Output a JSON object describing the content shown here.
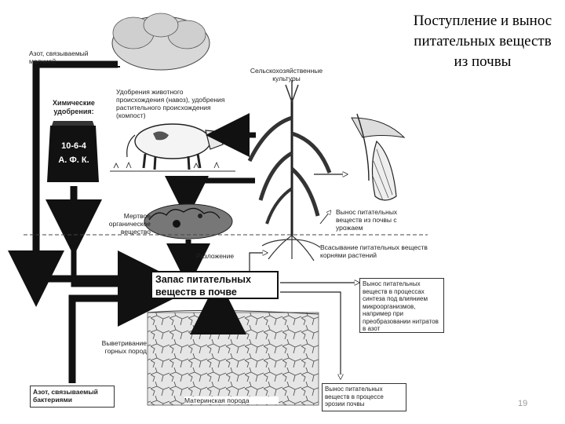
{
  "title": "Поступление и вынос питательных веществ из почвы",
  "labels": {
    "nitrogen_lightning": "Азот, связываемый молнией",
    "chemical_fertilizers": "Химические удобрения:",
    "bag_line1": "10-6-4",
    "bag_line2": "А. Ф. К.",
    "animal_fertilizer": "Удобрения животного происхождения (навоз), удобрения растительного происхождения (компост)",
    "crops": "Сельскохозяйственные культуры",
    "dead_organic": "Мертвое органическое вещество",
    "decomposition": "Разложение",
    "harvest_removal": "Вынос питательных веществ из почвы с урожаем",
    "root_absorption": "Всасывание питательных веществ корнями растений",
    "nutrient_pool": "Запас питательных веществ в почве",
    "microbe_removal": "Вынос питательных веществ в процессах синтеза под влиянием микроорганизмов, например при преобразовании нитратов в азот",
    "weathering": "Выветривание горных пород",
    "bedrock": "Материнская порода",
    "nitrogen_bacteria": "Азот, связываемый бактериями",
    "erosion_removal": "Вынос питательных веществ в процессе эрозии почвы"
  },
  "page_number": "19"
}
